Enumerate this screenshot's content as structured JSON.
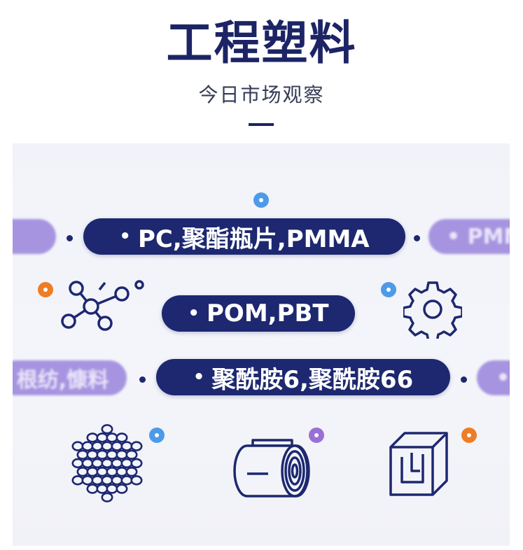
{
  "header": {
    "title": "工程塑料",
    "subtitle": "今日市场观察"
  },
  "rows": {
    "row1": {
      "main": "PC,聚酯瓶片,PMMA",
      "right_faded": "• PMM",
      "left_faded": ""
    },
    "row2": {
      "main": "POM,PBT"
    },
    "row3": {
      "main": "聚酰胺6,聚酰胺66",
      "left_faded": "根纺,慷料",
      "right_faded": "•"
    }
  },
  "bullet": "•",
  "icons": [
    "molecule-icon",
    "gear-icon",
    "fiber-bundle-icon",
    "film-roll-icon",
    "molded-part-icon"
  ],
  "colors": {
    "navy": "#1d2870",
    "title": "#1c2466",
    "purple_faded": "#9a84dc",
    "dot_blue": "#4d9be8",
    "dot_orange": "#ef7d25",
    "dot_purple": "#9a6fd6"
  }
}
